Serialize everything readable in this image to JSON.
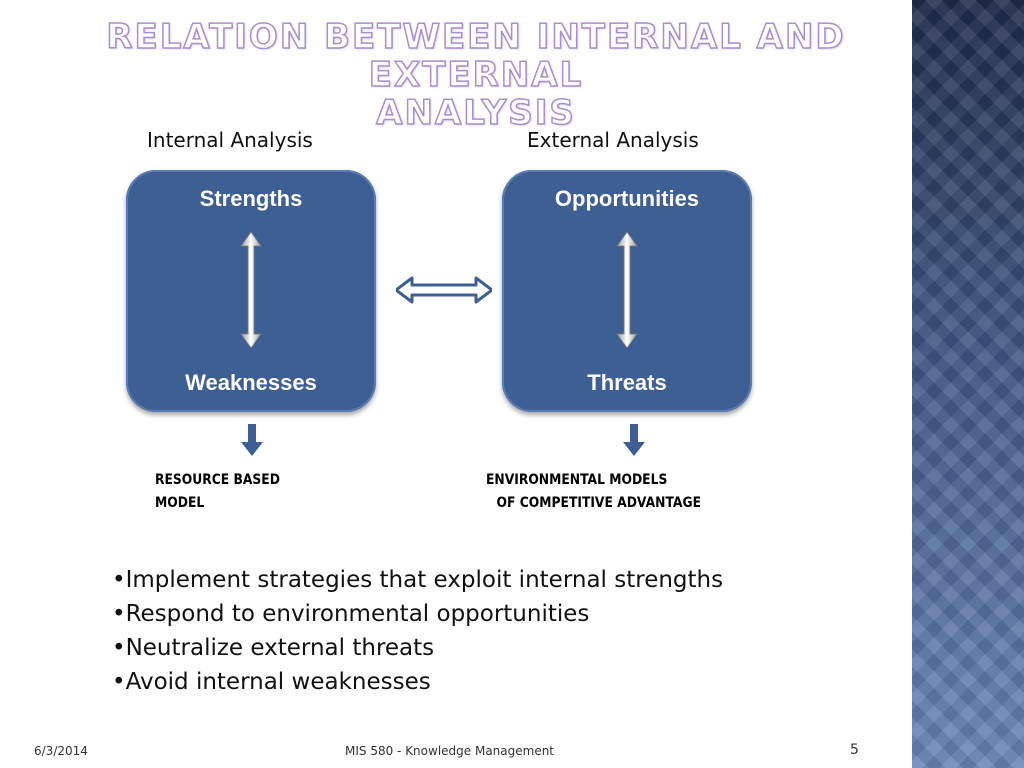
{
  "slide": {
    "title_line1": "RELATION BETWEEN INTERNAL AND EXTERNAL",
    "title_line2": "ANALYSIS"
  },
  "internal": {
    "heading": "Internal Analysis",
    "top": "Strengths",
    "bottom": "Weaknesses",
    "model_line1": "RESOURCE BASED",
    "model_line2": "MODEL"
  },
  "external": {
    "heading": "External Analysis",
    "top": "Opportunities",
    "bottom": "Threats",
    "model_line1": "ENVIRONMENTAL MODELS",
    "model_line2": "OF COMPETITIVE ADVANTAGE"
  },
  "bullets": [
    "Implement strategies that exploit internal strengths",
    "Respond to environmental opportunities",
    "Neutralize external threats",
    "Avoid internal weaknesses"
  ],
  "footer": {
    "date": "6/3/2014",
    "course": "MIS 580 - Knowledge Management",
    "page": "5"
  },
  "colors": {
    "box_fill": "#3d5f93",
    "arrow_blue": "#3d5f93",
    "title_outline": "#a98ed0",
    "side_strip": "#4d6691"
  },
  "icons": {
    "vertical_arrow": "double-headed-vertical-arrow-icon",
    "horizontal_arrow": "double-headed-horizontal-arrow-icon",
    "down_arrow": "down-arrow-icon"
  }
}
